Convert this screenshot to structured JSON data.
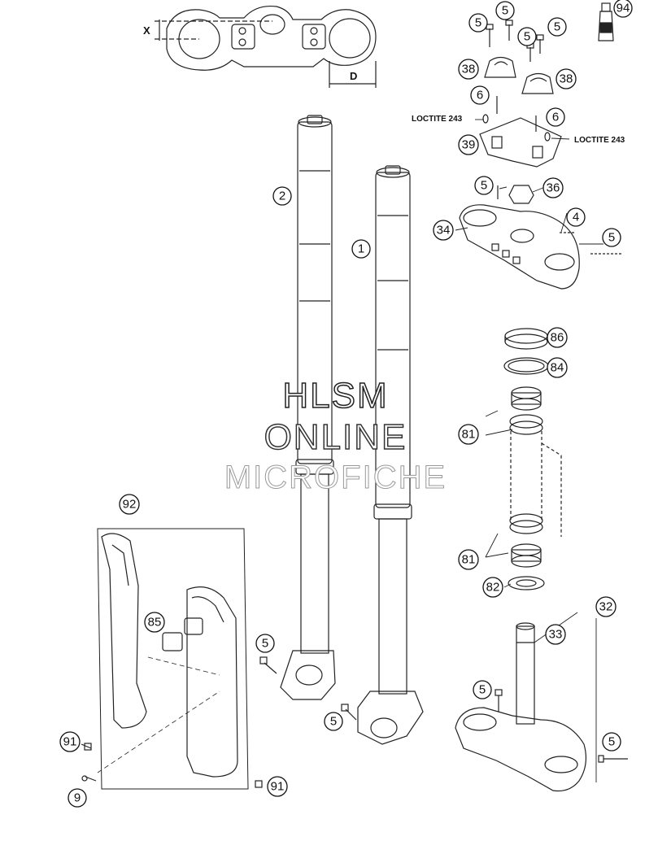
{
  "watermark": {
    "line1": "HLSM",
    "line2": "ONLINE",
    "line3": "MICROFICHE"
  },
  "dimension_labels": {
    "x": "X",
    "d": "D"
  },
  "loctite_labels": {
    "left": "LOCTITE 243",
    "right": "LOCTITE 243"
  },
  "callouts": {
    "c94": "94",
    "c5a": "5",
    "c5b": "5",
    "c5c": "5",
    "c5d": "5",
    "c38a": "38",
    "c38b": "38",
    "c6a": "6",
    "c6b": "6",
    "c39": "39",
    "c5e": "5",
    "c36": "36",
    "c4": "4",
    "c34": "34",
    "c5f": "5",
    "c2": "2",
    "c1": "1",
    "c86": "86",
    "c84": "84",
    "c81a": "81",
    "c81b": "81",
    "c82": "82",
    "c92": "92",
    "c85": "85",
    "c5g": "5",
    "c5h": "5",
    "c32": "32",
    "c33": "33",
    "c5i": "5",
    "c5j": "5",
    "c91a": "91",
    "c91b": "91",
    "c9": "9"
  }
}
